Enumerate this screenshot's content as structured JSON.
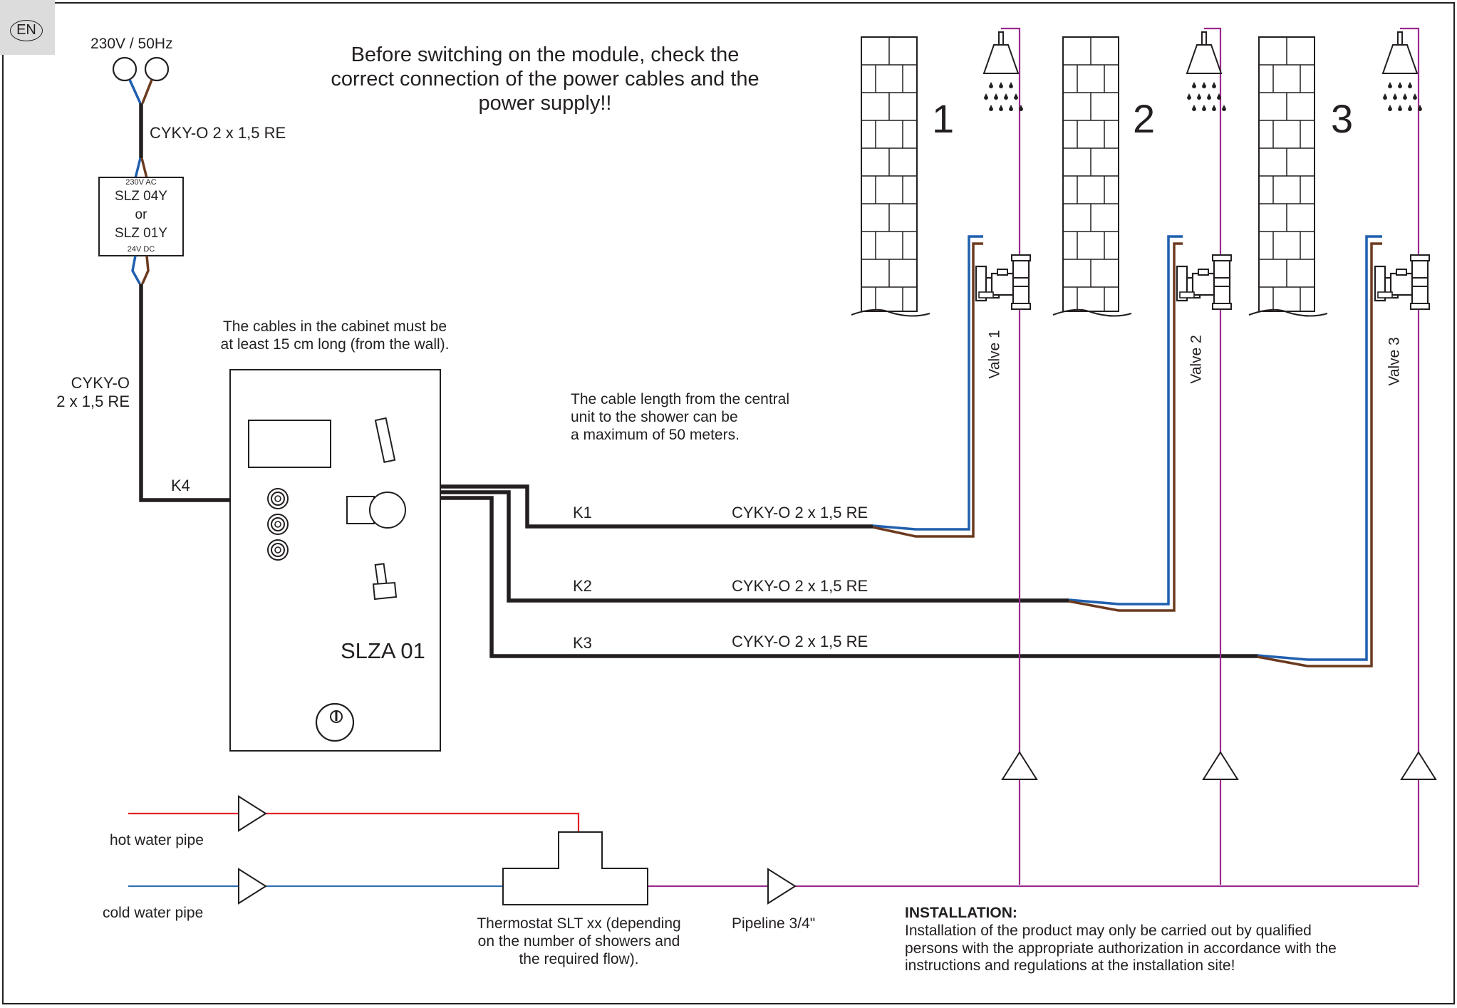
{
  "badge": "EN",
  "power_label": "230V / 50Hz",
  "cable_supply": "CYKY-O 2 x 1,5 RE",
  "psu": {
    "top": "230V AC",
    "model_1": "SLZ 04Y",
    "or": "or",
    "model_2": "SLZ 01Y",
    "bottom": "24V DC"
  },
  "warning": {
    "line1": "Before switching on the module, check the",
    "line2": "correct connection of the power cables and the",
    "line3": "power supply!!"
  },
  "cabinet_note": {
    "line1": "The cables in the cabinet must be",
    "line2": "at least 15 cm long (from the wall)."
  },
  "k4_cable": {
    "line1": "CYKY-O",
    "line2": "2 x 1,5 RE",
    "name": "K4"
  },
  "unit_label": "SLZA 01",
  "length_note": {
    "line1": "The cable length from the central",
    "line2": "unit to the shower can be",
    "line3": "a maximum of 50 meters."
  },
  "cables": [
    {
      "name": "K1",
      "spec": "CYKY-O 2 x 1,5 RE"
    },
    {
      "name": "K2",
      "spec": "CYKY-O 2 x 1,5 RE"
    },
    {
      "name": "K3",
      "spec": "CYKY-O 2 x 1,5 RE"
    }
  ],
  "showers": [
    {
      "number": "1",
      "valve": "Valve 1"
    },
    {
      "number": "2",
      "valve": "Valve 2"
    },
    {
      "number": "3",
      "valve": "Valve 3"
    }
  ],
  "hot_pipe": "hot water pipe",
  "cold_pipe": "cold water pipe",
  "thermostat": {
    "line1": "Thermostat SLT xx (depending",
    "line2": "on the number of showers and",
    "line3": "the required flow)."
  },
  "pipeline": "Pipeline 3/4\"",
  "installation": {
    "title": "INSTALLATION:",
    "line1": "Installation of the product may only be carried out by qualified",
    "line2": "persons with the appropriate authorization in accordance with the",
    "line3": "instructions and regulations at the installation site!"
  },
  "colors": {
    "blue_wire": "#1f5fae",
    "brown_wire": "#6b3a1f",
    "hot_pipe": "#e0202a",
    "cold_pipe": "#2d6fb5",
    "mixed_pipe": "#9c2a8e",
    "line": "#231f20",
    "badge_bg": "#dcdcdc"
  }
}
